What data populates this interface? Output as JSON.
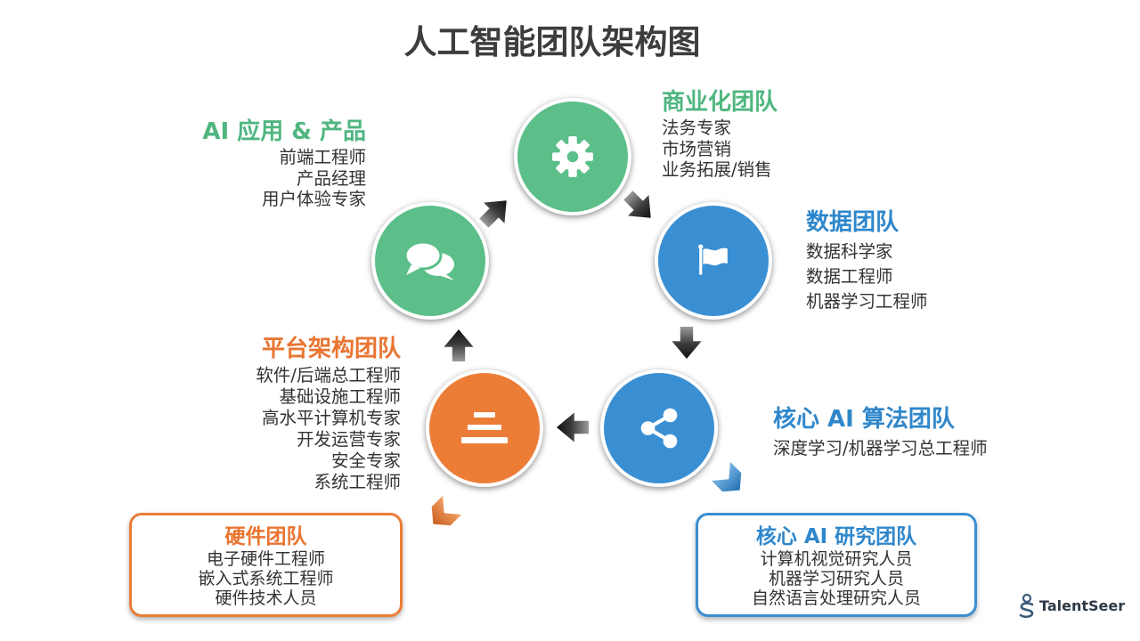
{
  "title": "人工智能团队架构图",
  "colors": {
    "green": "#5cbe88",
    "blue": "#3a8fd3",
    "orange": "#ec7d37",
    "green_text": "#4fb67f",
    "blue_text": "#2f87cb",
    "orange_text": "#ea7431",
    "arrow": "#2b2b2b"
  },
  "teams": {
    "commercial": {
      "name": "商业化团队",
      "icon": "gear-icon",
      "members": [
        "法务专家",
        "市场营销",
        "业务拓展/销售"
      ]
    },
    "data": {
      "name": "数据团队",
      "icon": "flag-icon",
      "members": [
        "数据科学家",
        "数据工程师",
        "机器学习工程师"
      ]
    },
    "core_algorithm": {
      "name": "核心 AI 算法团队",
      "icon": "share-icon",
      "members": [
        "深度学习/机器学习总工程师"
      ]
    },
    "platform": {
      "name": "平台架构团队",
      "icon": "stack-icon",
      "members": [
        "软件/后端总工程师",
        "基础设施工程师",
        "高水平计算机专家",
        "开发运营专家",
        "安全专家",
        "系统工程师"
      ]
    },
    "application": {
      "name": "AI 应用 & 产品",
      "icon": "chat-icon",
      "members": [
        "前端工程师",
        "产品经理",
        "用户体验专家"
      ]
    },
    "hardware": {
      "name": "硬件团队",
      "members": [
        "电子硬件工程师",
        "嵌入式系统工程师",
        "硬件技术人员"
      ]
    },
    "core_research": {
      "name": "核心 AI 研究团队",
      "members": [
        "计算机视觉研究人员",
        "机器学习研究人员",
        "自然语言处理研究人员"
      ]
    }
  },
  "logo": {
    "text": "TalentSeer",
    "icon": "talentseer-logo-icon"
  }
}
